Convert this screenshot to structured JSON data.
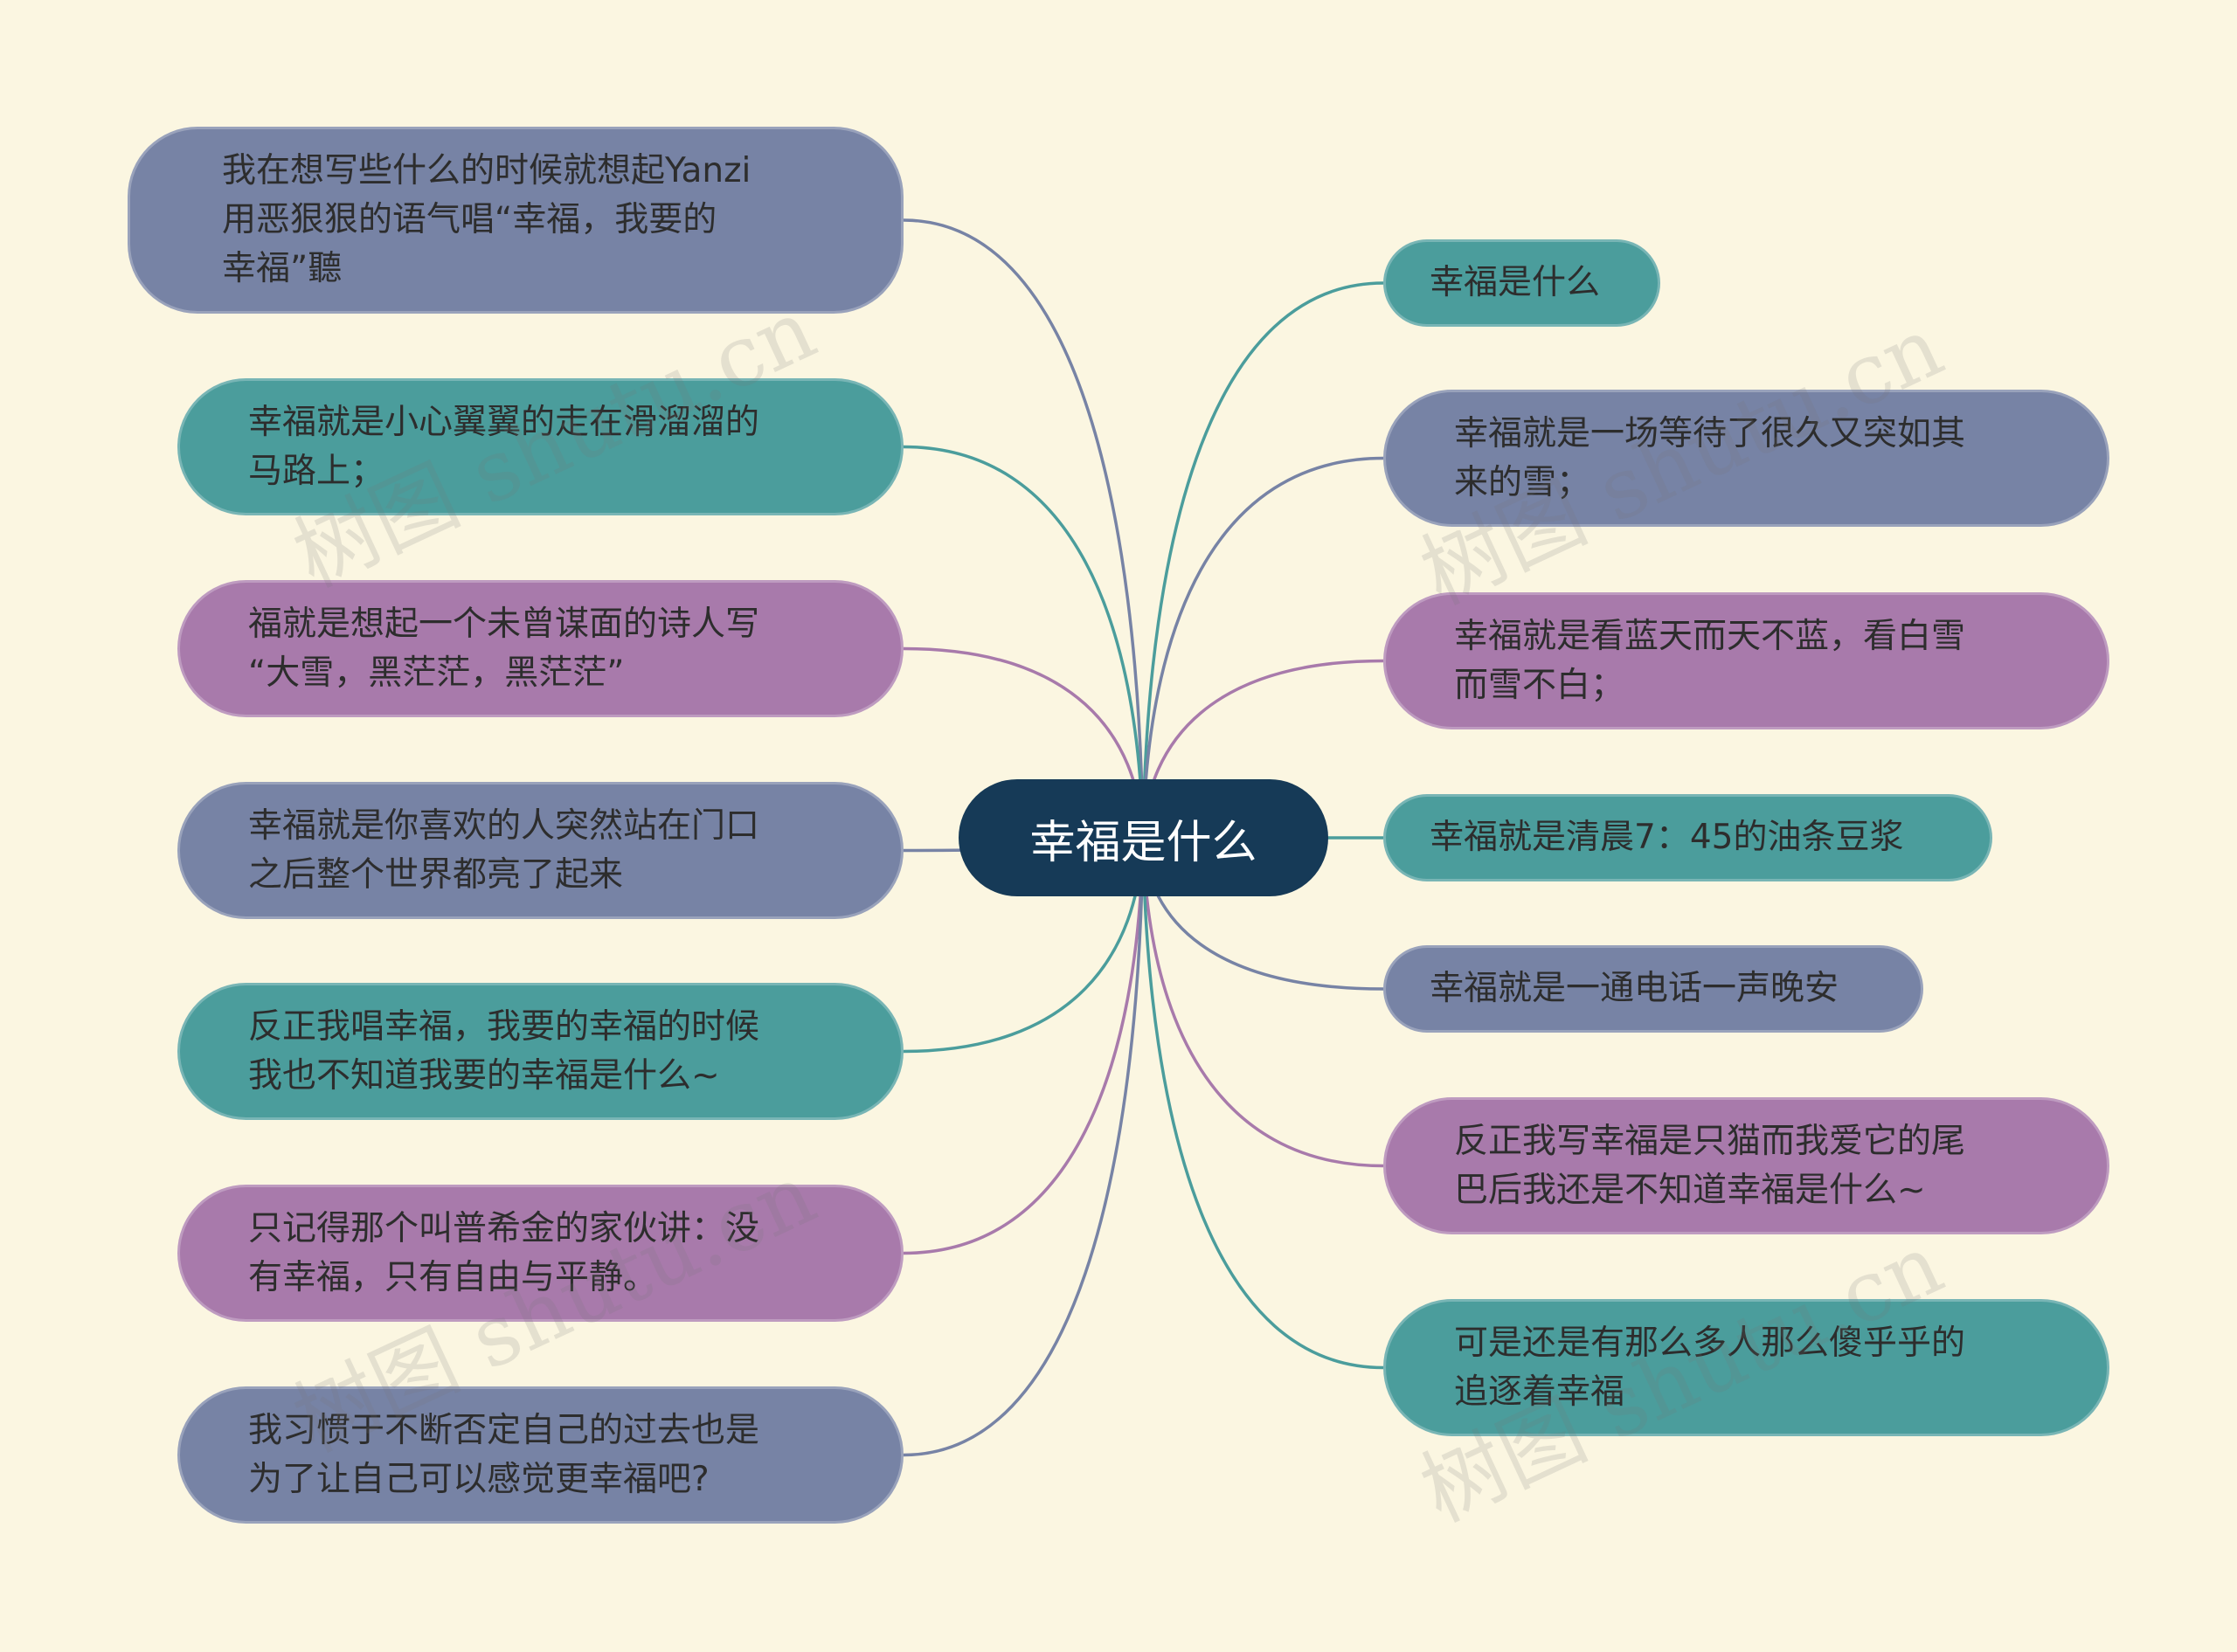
{
  "center": {
    "label": "幸福是什么",
    "color": "#163a57"
  },
  "colors": {
    "slate": "#7783a5",
    "teal": "#4b9d9c",
    "purple": "#a87aab"
  },
  "watermark": "树图 shutu.cn",
  "left_nodes": [
    {
      "label": "我在想写些什么的时候就想起Yanzi\n用恶狠狠的语气唱“幸福，我要的\n幸福”聽",
      "color": "slate"
    },
    {
      "label": "幸福就是小心翼翼的走在滑溜溜的\n马路上；",
      "color": "teal"
    },
    {
      "label": "福就是想起一个未曾谋面的诗人写\n“大雪，黑茫茫，黑茫茫”",
      "color": "purple"
    },
    {
      "label": "幸福就是你喜欢的人突然站在门口\n之后整个世界都亮了起来",
      "color": "slate"
    },
    {
      "label": "反正我唱幸福，我要的幸福的时候\n我也不知道我要的幸福是什么~",
      "color": "teal"
    },
    {
      "label": "只记得那个叫普希金的家伙讲：没\n有幸福，只有自由与平静。",
      "color": "purple"
    },
    {
      "label": "我习惯于不断否定自己的过去也是\n为了让自己可以感觉更幸福吧?",
      "color": "slate"
    }
  ],
  "right_nodes": [
    {
      "label": "幸福是什么",
      "color": "teal"
    },
    {
      "label": "幸福就是一场等待了很久又突如其\n来的雪；",
      "color": "slate"
    },
    {
      "label": "幸福就是看蓝天而天不蓝，看白雪\n而雪不白；",
      "color": "purple"
    },
    {
      "label": "幸福就是清晨7：45的油条豆浆",
      "color": "teal"
    },
    {
      "label": "幸福就是一通电话一声晚安",
      "color": "slate"
    },
    {
      "label": "反正我写幸福是只猫而我爱它的尾\n巴后我还是不知道幸福是什么~",
      "color": "purple"
    },
    {
      "label": "可是还是有那么多人那么傻乎乎的\n追逐着幸福",
      "color": "teal"
    }
  ]
}
